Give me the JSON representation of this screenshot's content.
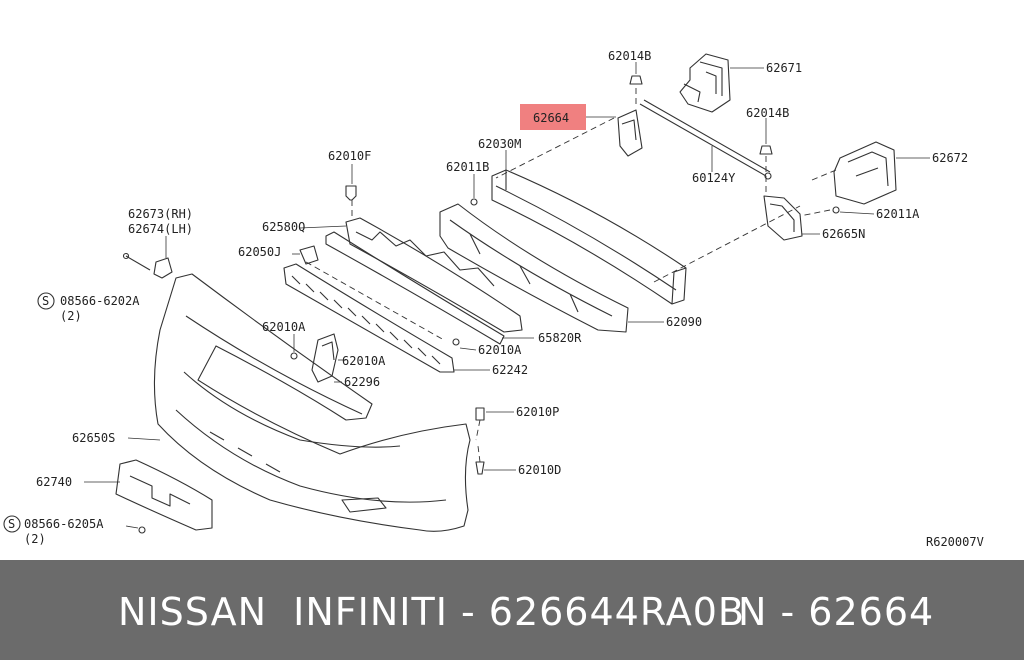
{
  "diagram": {
    "highlight_color": "#f08080",
    "highlighted_part": "62664",
    "labels": {
      "p62014B_top": "62014B",
      "p62671": "62671",
      "p62664": "62664",
      "p62014B_mid": "62014B",
      "p62030M": "62030M",
      "p62672": "62672",
      "p62011B": "62011B",
      "p60124Y": "60124Y",
      "p62010F": "62010F",
      "p62011A": "62011A",
      "p62673": "62673(RH)",
      "p62674": "62674(LH)",
      "p62580Q": "62580Q",
      "p62665N": "62665N",
      "p62050J": "62050J",
      "p08566_6202A": "08566-6202A",
      "p08566_6202A_qty": "(2)",
      "p62090": "62090",
      "p62010A_left": "62010A",
      "p65820R": "65820R",
      "p62010A_right": "62010A",
      "p62010A_mid": "62010A",
      "p62296": "62296",
      "p62242": "62242",
      "p62010P": "62010P",
      "p62650S": "62650S",
      "p62010D": "62010D",
      "p62740": "62740",
      "p08566_6205A": "08566-6205A",
      "p08566_6205A_qty": "(2)",
      "ref_code": "R620007V"
    },
    "circle_symbol": "S"
  },
  "footer": {
    "left_text": "NISSAN  INFINITI - 626644RA0B",
    "right_text": "N - 62664",
    "background": "#6b6b6b"
  }
}
